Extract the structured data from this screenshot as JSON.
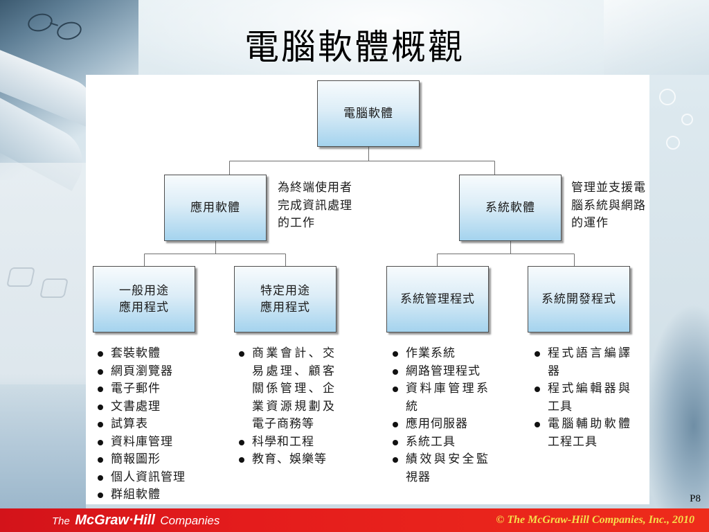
{
  "slide": {
    "title": "電腦軟體概觀",
    "page_number": "P8"
  },
  "diagram": {
    "root": {
      "label": "電腦軟體"
    },
    "branches": [
      {
        "label": "應用軟體",
        "description": "為終端使用者完成資訊處理的工作",
        "children": [
          {
            "label_lines": [
              "一般用途",
              "應用程式"
            ],
            "items": [
              "套裝軟體",
              "網頁瀏覽器",
              "電子郵件",
              "文書處理",
              "試算表",
              "資料庫管理",
              "簡報圖形",
              "個人資訊管理",
              "群組軟體"
            ]
          },
          {
            "label_lines": [
              "特定用途",
              "應用程式"
            ],
            "items": [
              "商業會計、交易處理、顧客關係管理、企業資源規劃及電子商務等",
              "科學和工程",
              "教育、娛樂等"
            ]
          }
        ]
      },
      {
        "label": "系統軟體",
        "description": "管理並支援電腦系統與網路的運作",
        "children": [
          {
            "label_lines": [
              "系統管理程式"
            ],
            "items": [
              "作業系統",
              "網路管理程式",
              "資料庫管理系統",
              "應用伺服器",
              "系統工具",
              "績效與安全監視器"
            ]
          },
          {
            "label_lines": [
              "系統開發程式"
            ],
            "items": [
              "程式語言編譯器",
              "程式編輯器與工具",
              "電腦輔助軟體工程工具"
            ]
          }
        ]
      }
    ]
  },
  "footer": {
    "logo": {
      "the": "The",
      "name": "McGraw·Hill",
      "companies": "Companies"
    },
    "copyright": "© The McGraw-Hill Companies, Inc., 2010"
  },
  "icons": {
    "list_bullet": "bullet-icon"
  },
  "colors": {
    "footer_red": "#e41c1c",
    "copyright_yellow": "#f6df4c",
    "box_top": "#f7fbfd",
    "box_bottom": "#a4d3ee",
    "box_border": "#4d4d4d",
    "connector": "#6e6e6e",
    "text": "#1a1a1a"
  }
}
